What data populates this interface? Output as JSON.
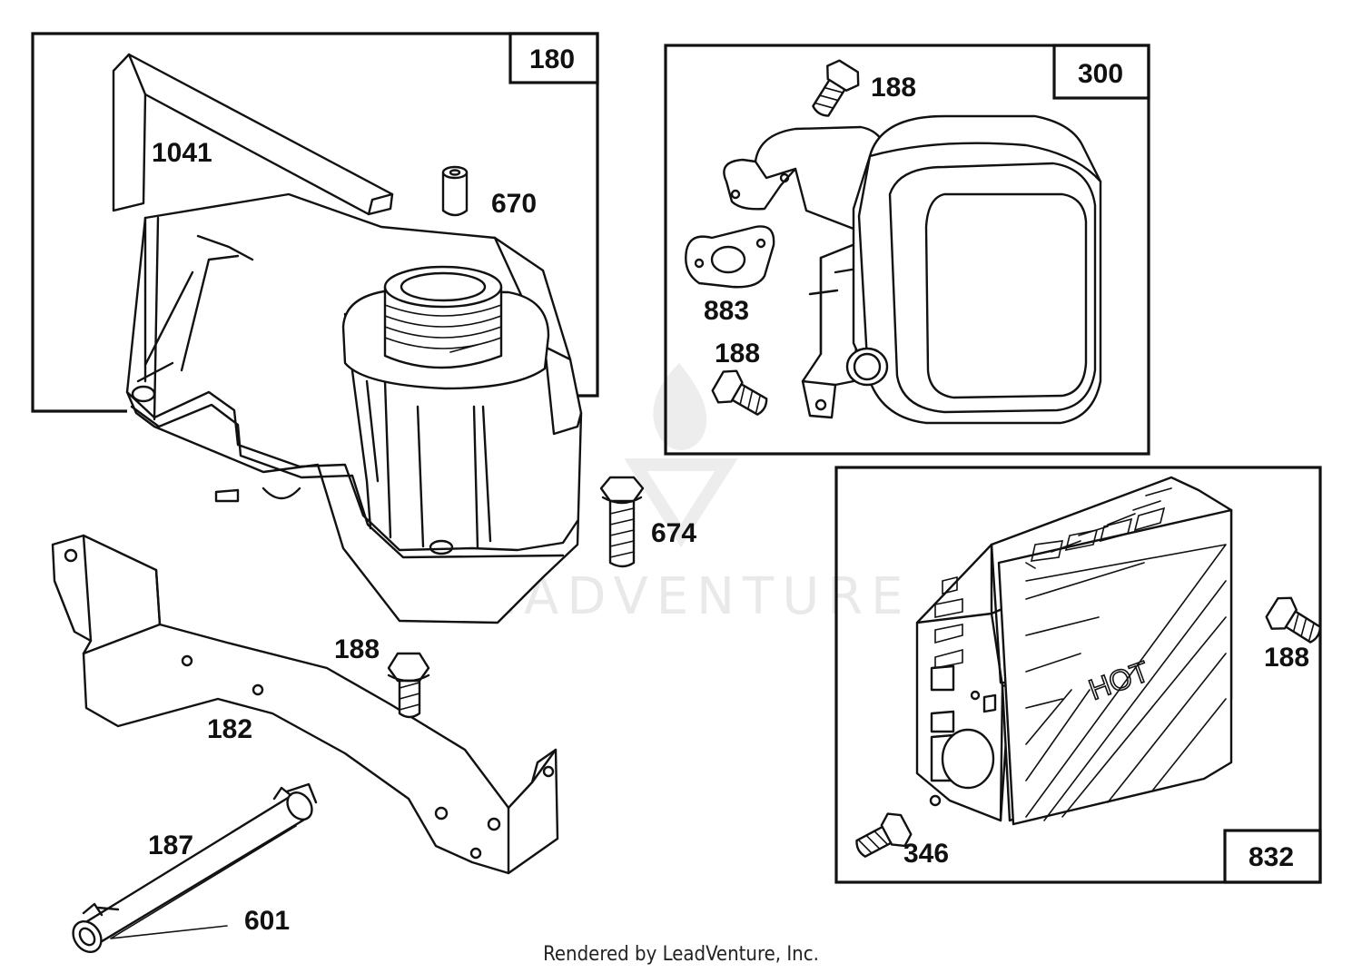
{
  "watermark": {
    "text": "LEADVENTURE"
  },
  "footer": {
    "text": "Rendered by LeadVenture, Inc."
  },
  "boxes": {
    "box_180": "180",
    "box_300": "300",
    "box_832": "832"
  },
  "callouts": {
    "p1041": "1041",
    "p670": "670",
    "p188_top": "188",
    "p883": "883",
    "p188_mid": "188",
    "p674": "674",
    "p188_bracket": "188",
    "p182": "182",
    "p187": "187",
    "p601": "601",
    "p188_right": "188",
    "p346": "346",
    "p832": "832"
  },
  "guard_text": "HOT"
}
